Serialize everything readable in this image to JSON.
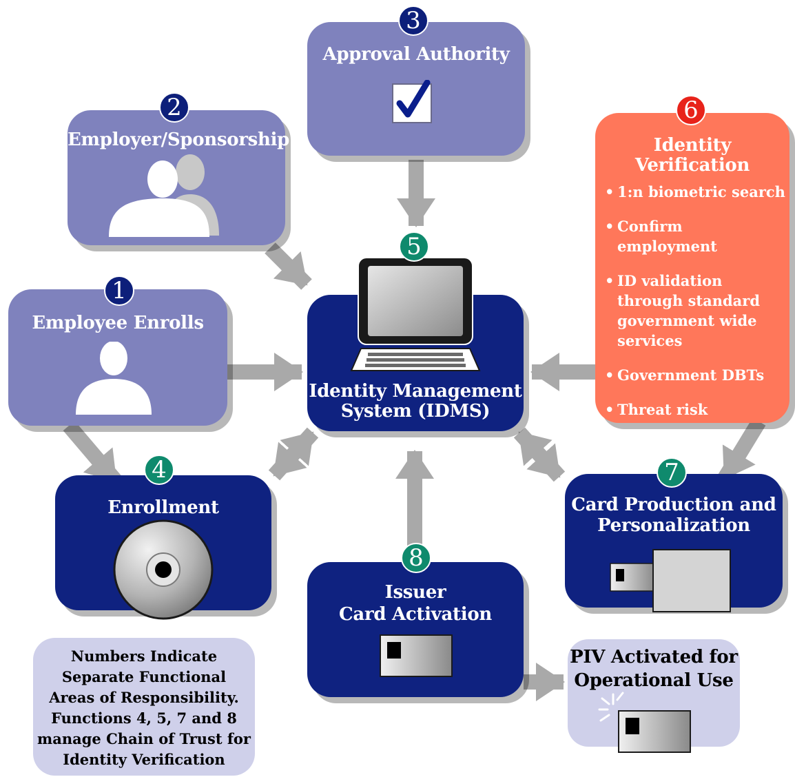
{
  "boxes": {
    "employee_enrolls": {
      "number": "1",
      "title": "Employee Enrolls"
    },
    "employer_sponsorship": {
      "number": "2",
      "title": "Employer/Sponsorship"
    },
    "approval_authority": {
      "number": "3",
      "title": "Approval Authority"
    },
    "enrollment": {
      "number": "4",
      "title": "Enrollment"
    },
    "idms": {
      "number": "5",
      "title_line1": "Identity Management",
      "title_line2": "System (IDMS)"
    },
    "identity_verification": {
      "number": "6",
      "title_line1": "Identity",
      "title_line2": "Verification",
      "bullets": [
        "1:n biometric search",
        "Confirm employment",
        "ID validation through standard government wide services",
        "Government DBTs",
        "Threat risk"
      ]
    },
    "card_production": {
      "number": "7",
      "title_line1": "Card Production and",
      "title_line2": "Personalization"
    },
    "issuer_card_activation": {
      "number": "8",
      "title_line1": "Issuer",
      "title_line2": "Card Activation"
    },
    "piv_activated": {
      "title_line1": "PIV Activated for",
      "title_line2": "Operational Use"
    }
  },
  "note": {
    "lines": [
      "Numbers Indicate",
      "Separate Functional",
      "Areas of Responsibility.",
      "Functions 4, 5, 7 and 8",
      "manage Chain of Trust for",
      "Identity Verification"
    ]
  },
  "icons": [
    "people-icon",
    "checkbox-icon",
    "person-icon",
    "laptop-icon",
    "cd-icon",
    "smart-card-icon"
  ],
  "colors": {
    "lavender": "#7f82bd",
    "navy": "#0f2280",
    "salmon": "#ff775a",
    "pale": "#cfd0ea",
    "arrow": "#a9a9a9",
    "badge_navy": "#0d1f7a",
    "badge_green": "#0f8a6d",
    "badge_red": "#e8231a"
  }
}
